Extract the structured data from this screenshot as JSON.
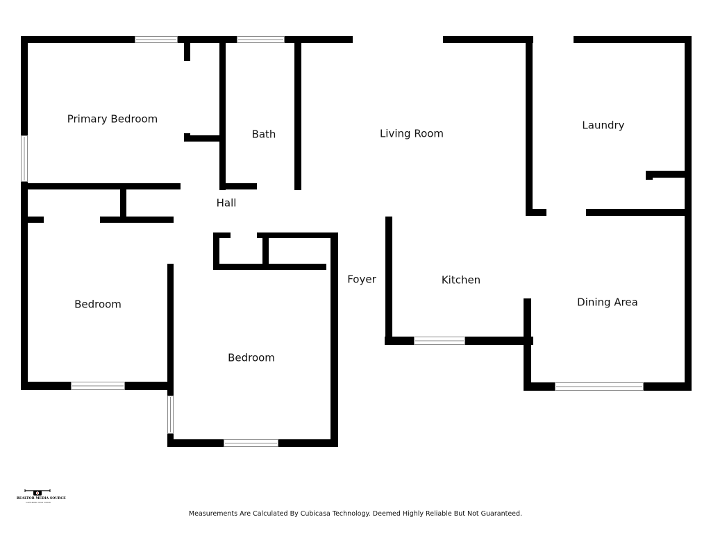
{
  "floor_plan": {
    "rooms": [
      {
        "id": "primary-bedroom",
        "label": "Primary Bedroom"
      },
      {
        "id": "bath",
        "label": "Bath"
      },
      {
        "id": "living-room",
        "label": "Living Room"
      },
      {
        "id": "laundry",
        "label": "Laundry"
      },
      {
        "id": "hall",
        "label": "Hall"
      },
      {
        "id": "bedroom-west",
        "label": "Bedroom"
      },
      {
        "id": "bedroom-center",
        "label": "Bedroom"
      },
      {
        "id": "foyer",
        "label": "Foyer"
      },
      {
        "id": "kitchen",
        "label": "Kitchen"
      },
      {
        "id": "dining-area",
        "label": "Dining Area"
      }
    ]
  },
  "logo": {
    "name": "REALTOR MEDIA SOURCE",
    "tagline": "CAPTURING YOUR VISION",
    "icon": "camera-drone-icon"
  },
  "footer": {
    "disclaimer": "Measurements Are Calculated By Cubicasa Technology. Deemed Highly Reliable But Not Guaranteed."
  }
}
